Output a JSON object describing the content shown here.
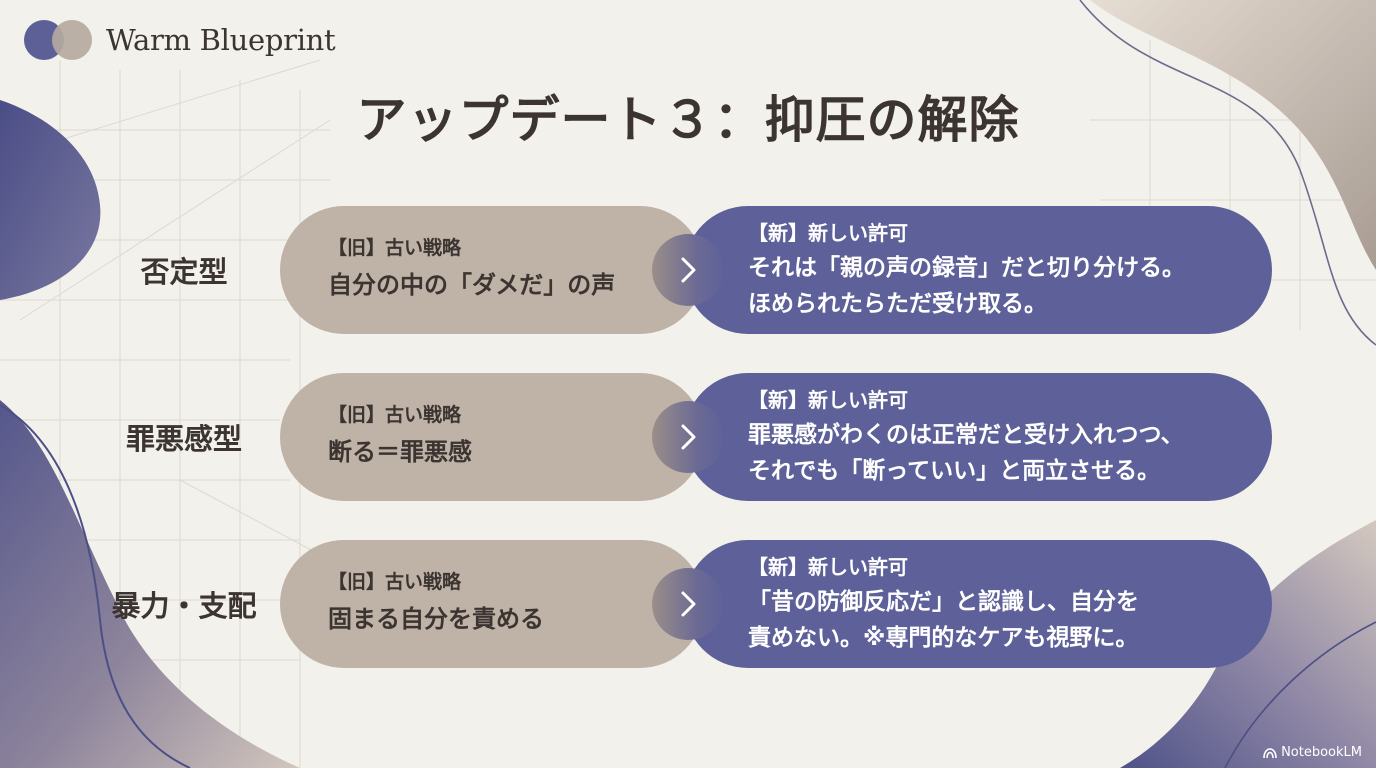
{
  "brand": {
    "name": "Warm Blueprint"
  },
  "title": "アップデート３：抑圧の解除",
  "rows": [
    {
      "label": "否定型",
      "old_tag": "【旧】古い戦略",
      "old_text": "自分の中の「ダメだ」の声",
      "new_tag": "【新】新しい許可",
      "new_line1": "それは「親の声の録音」だと切り分ける。",
      "new_line2": "ほめられたらただ受け取る。"
    },
    {
      "label": "罪悪感型",
      "old_tag": "【旧】古い戦略",
      "old_text": "断る＝罪悪感",
      "new_tag": "【新】新しい許可",
      "new_line1": "罪悪感がわくのは正常だと受け入れつつ、",
      "new_line2": "それでも「断っていい」と両立させる。"
    },
    {
      "label": "暴力・支配",
      "old_tag": "【旧】古い戦略",
      "old_text": "固まる自分を責める",
      "new_tag": "【新】新しい許可",
      "new_line1": "「昔の防御反応だ」と認識し、自分を",
      "new_line2": "責めない。※専門的なケアも視野に。"
    }
  ],
  "icons": {
    "arrow": "chevron-right-icon",
    "watermark": "notebooklm-logo-icon"
  },
  "watermark": "NotebookLM",
  "colors": {
    "background": "#f3f1ec",
    "old_pill": "#bfb3a8",
    "new_pill": "#5e6199",
    "text_dark": "#3b3431",
    "blob_navy": "#4c4f86",
    "blob_taupe": "#b8ada3"
  }
}
